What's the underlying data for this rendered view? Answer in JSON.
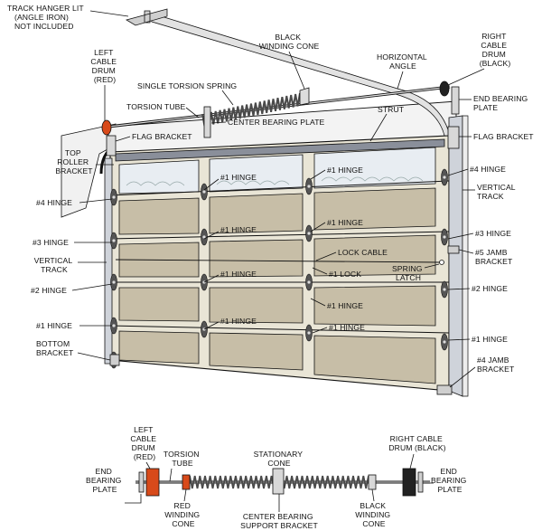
{
  "colors": {
    "frame": "#e9e5d6",
    "panel": "#c7bea7",
    "glass": "#e8edf2",
    "wall": "#f2f2f2",
    "line": "#111111",
    "red_drum": "#d84a1a",
    "black_drum": "#222222",
    "spring": "#4a4a4a"
  },
  "icons": [
    "torsion-spring-icon",
    "cable-drum-icon",
    "hinge-icon",
    "bracket-icon"
  ],
  "labels": {
    "track_hanger": [
      "TRACK HANGER LIT",
      "(ANGLE IRON)",
      "NOT INCLUDED"
    ],
    "left_cable_drum": [
      "LEFT",
      "CABLE",
      "DRUM",
      "(RED)"
    ],
    "black_winding_cone": [
      "BLACK",
      "WINDING CONE"
    ],
    "horizontal_angle": [
      "HORIZONTAL",
      "ANGLE"
    ],
    "right_cable_drum": [
      "RIGHT",
      "CABLE",
      "DRUM",
      "(BLACK)"
    ],
    "single_torsion_spring": "SINGLE TORSION SPRING",
    "torsion_tube": "TORSION TUBE",
    "end_bearing_plate": [
      "END BEARING",
      "PLATE"
    ],
    "center_bearing_plate": "CENTER BEARING PLATE",
    "strut": "STRUT",
    "flag_bracket_left": "FLAG BRACKET",
    "flag_bracket_right": "FLAG BRACKET",
    "top_roller_bracket": [
      "TOP",
      "ROLLER",
      "BRACKET"
    ],
    "hinge4_right": "#4 HINGE",
    "vertical_track_right": [
      "VERTICAL",
      "TRACK"
    ],
    "hinge1_a": "#1 HINGE",
    "hinge1_b": "#1 HINGE",
    "hinge4_left": "#4 HINGE",
    "hinge1_c": "#1 HINGE",
    "hinge3_left": "#3 HINGE",
    "hinge1_d": "#1 HINGE",
    "hinge3_right": "#3 HINGE",
    "lock_cable": "LOCK CABLE",
    "jamb5": [
      "#5 JAMB",
      "BRACKET"
    ],
    "vertical_track_left": [
      "VERTICAL",
      "TRACK"
    ],
    "hinge1_e": "#1 HINGE",
    "lock1": "#1 LOCK",
    "spring_latch": [
      "SPRING",
      "LATCH"
    ],
    "hinge2_left": "#2 HINGE",
    "hinge1_f": "#1 HINGE",
    "hinge2_right": "#2 HINGE",
    "hinge1_left": "#1 HINGE",
    "hinge1_g": "#1 HINGE",
    "hinge1_h": "#1 HINGE",
    "hinge1_right": "#1 HINGE",
    "bottom_bracket": [
      "BOTTOM",
      "BRACKET"
    ],
    "jamb4": [
      "#4 JAMB",
      "BRACKET"
    ]
  },
  "bottom_labels": {
    "left_cable_drum": [
      "LEFT",
      "CABLE",
      "DRUM",
      "(RED)"
    ],
    "torsion_tube": [
      "TORSION",
      "TUBE"
    ],
    "stationary_cone": [
      "STATIONARY",
      "CONE"
    ],
    "right_cable_drum": [
      "RIGHT CABLE",
      "DRUM (BLACK)"
    ],
    "end_bearing_left": [
      "END",
      "BEARING",
      "PLATE"
    ],
    "end_bearing_right": [
      "END",
      "BEARING",
      "PLATE"
    ],
    "red_winding_cone": [
      "RED",
      "WINDING",
      "CONE"
    ],
    "center_bearing": [
      "CENTER BEARING",
      "SUPPORT BRACKET"
    ],
    "black_winding_cone": [
      "BLACK",
      "WINDING",
      "CONE"
    ]
  }
}
